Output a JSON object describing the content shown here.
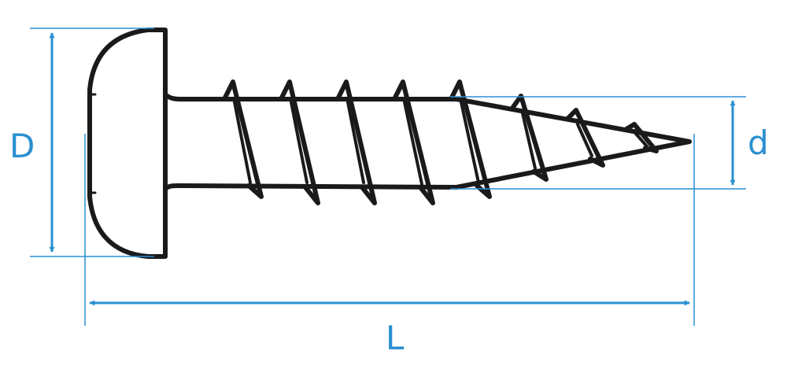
{
  "labels": {
    "head_diameter": "D",
    "thread_diameter": "d",
    "length": "L"
  },
  "colors": {
    "outline": "#1a1a1a",
    "dimension": "#2a8fd0",
    "background": "#ffffff"
  }
}
